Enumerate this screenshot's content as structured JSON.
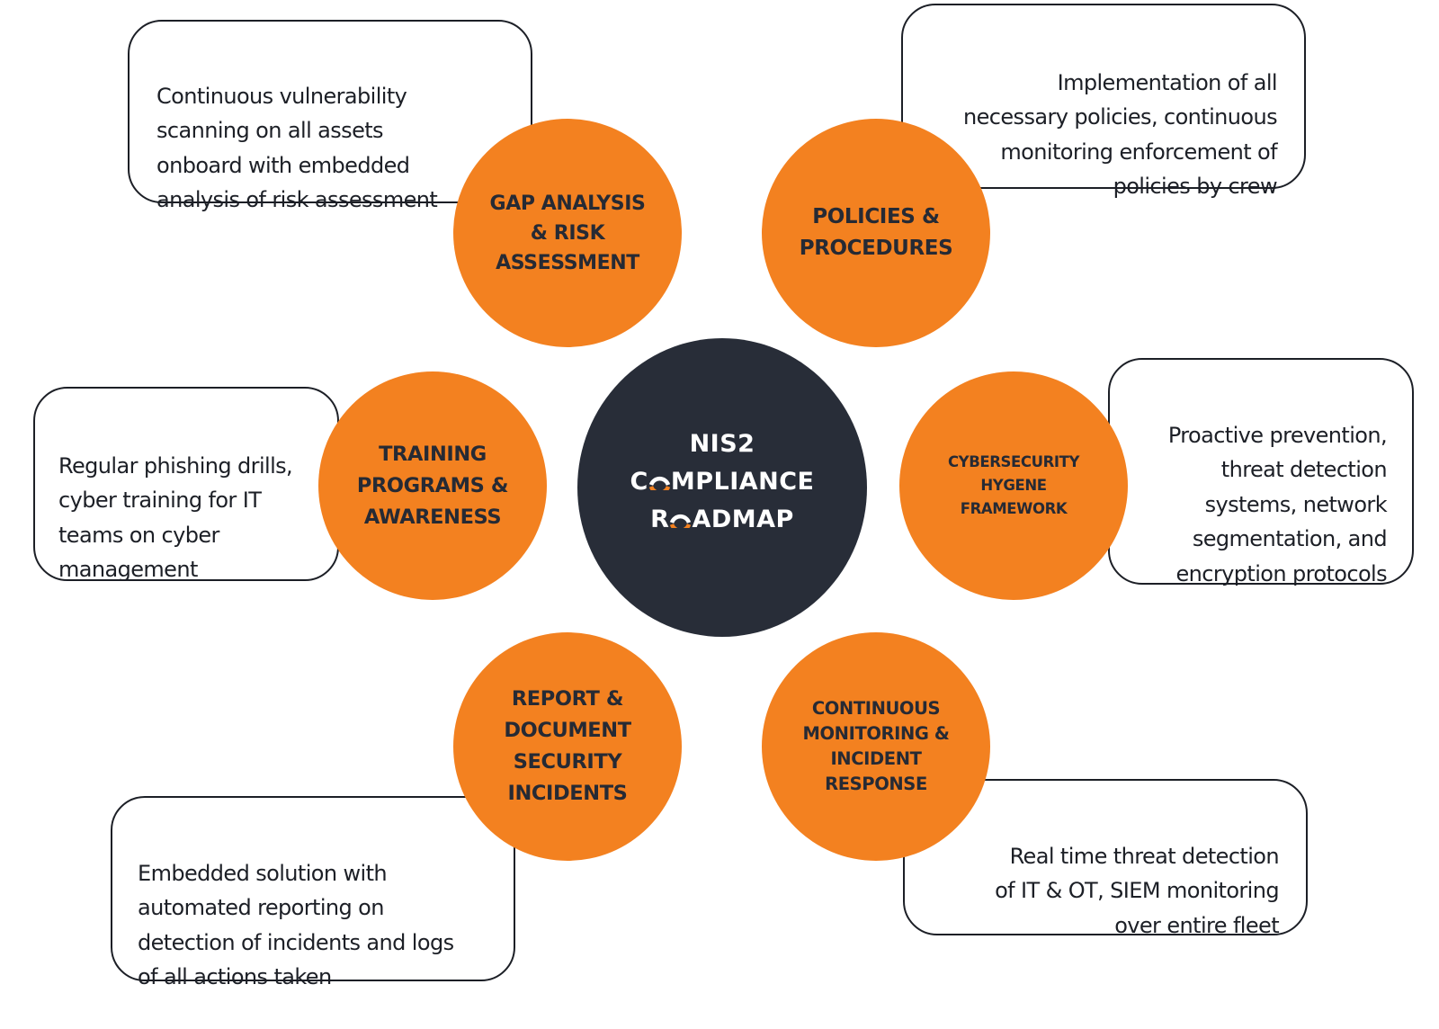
{
  "hub": {
    "line1": "NIS2",
    "line2_pre": "C",
    "line2_ring": "O",
    "line2_post": "MPLIANCE",
    "line3_pre": "R",
    "line3_ring": "O",
    "line3_post": "ADMAP"
  },
  "nodes": [
    {
      "id": "gap-analysis",
      "title": "GAP ANALYSIS\n& RISK\nASSESSMENT",
      "description": "Continuous vulnerability\nscanning on all assets\nonboard with embedded\nanalysis of risk assessment"
    },
    {
      "id": "policies",
      "title": "POLICIES &\nPROCEDURES",
      "description": "Implementation of all\nnecessary policies, continuous\nmonitoring enforcement of\npolicies by crew"
    },
    {
      "id": "training",
      "title": "TRAINING\nPROGRAMS &\nAWARENESS",
      "description": "Regular phishing drills,\ncyber training for IT\nteams on cyber\nmanagement"
    },
    {
      "id": "hygiene",
      "title": "CYBERSECURITY\nHYGENE\nFRAMEWORK",
      "description": "Proactive prevention,\nthreat detection\nsystems, network\nsegmentation, and\nencryption protocols"
    },
    {
      "id": "report",
      "title": "REPORT &\nDOCUMENT\nSECURITY\nINCIDENTS",
      "description": "Embedded solution with\nautomated reporting on\ndetection of incidents and logs\nof all actions taken"
    },
    {
      "id": "monitoring",
      "title": "CONTINUOUS\nMONITORING &\nINCIDENT\nRESPONSE",
      "description": "Real time threat detection\nof IT & OT, SIEM monitoring\nover entire fleet"
    }
  ],
  "colors": {
    "accent_orange": "#f38120",
    "hub_dark": "#282d38",
    "text_dark": "#1c1f26",
    "background": "#ffffff"
  }
}
